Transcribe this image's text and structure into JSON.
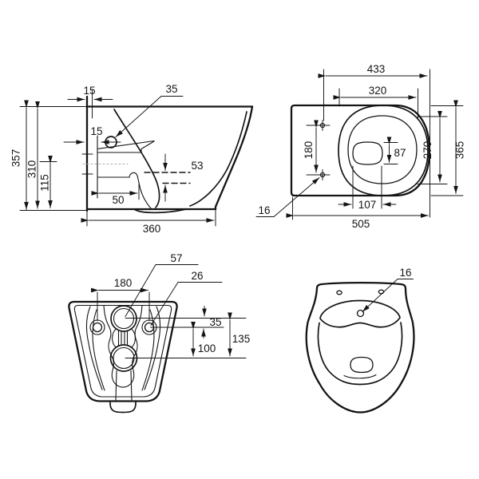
{
  "drawing": {
    "views": {
      "side": {
        "dims": {
          "wall_gap": "15",
          "inlet_hole": "35",
          "inlet_setback": "15",
          "seal_drop": "53",
          "height": "357",
          "rim_height": "310",
          "trap_height": "115",
          "inlet_depth": "50",
          "depth": "360"
        }
      },
      "top": {
        "dims": {
          "rim_length": "433",
          "rim_width": "320",
          "hole_spacing": "180",
          "drain_height": "87",
          "bowl_length": "270",
          "width": "365",
          "fixing_hole": "16",
          "drain_width": "107",
          "length": "505"
        }
      },
      "rear": {
        "dims": {
          "inlet_diameter": "57",
          "fixing_hole": "26",
          "hole_spacing": "180",
          "inlet_to_holes": "35",
          "holes_to_drain": "100",
          "inlet_to_drain": "135"
        }
      },
      "front": {
        "dims": {
          "rim_hole": "16"
        }
      }
    }
  }
}
